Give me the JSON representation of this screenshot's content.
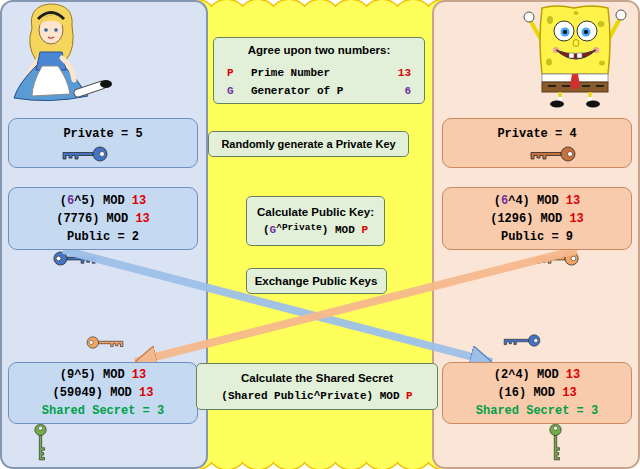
{
  "diagram": {
    "nodes": [
      {
        "text": [
          "Agree upon two numbers:",
          "P",
          "Prime Number",
          "13",
          "G",
          "Generator of P",
          "6"
        ]
      },
      {
        "text": [
          "Private = 5"
        ]
      },
      {
        "text": [
          "Randomly generate a Private Key"
        ]
      },
      {
        "text": [
          "Private = 4"
        ]
      },
      {
        "text": [
          "(",
          "6",
          "^5",
          ") MOD",
          "13",
          "(7776) MOD",
          "13",
          "Public = 2"
        ]
      },
      {
        "text": [
          "Calculate Public Key:",
          "(",
          "G",
          "^Private",
          ") MOD",
          "P"
        ]
      },
      {
        "text": [
          "(",
          "6",
          "^4",
          ") MOD",
          "13",
          "(1296) MOD",
          "13",
          "Public = 9"
        ]
      },
      {
        "text": [
          "Exchange Public Keys"
        ]
      },
      {
        "text": [
          "(9^5) MOD",
          "13",
          "(59049) MOD",
          "13",
          "Shared Secret = 3"
        ]
      },
      {
        "text": [
          "Calculate the Shared Secret",
          "(Shared Public^Private) MOD",
          "P"
        ]
      },
      {
        "text": [
          "(2^4) MOD",
          "13",
          "(16) MOD",
          "13",
          "Shared Secret = 3"
        ]
      }
    ],
    "edges": [
      {
        "from": 4,
        "to": 10,
        "arrow": "to"
      },
      {
        "from": 6,
        "to": 8,
        "arrow": "to"
      }
    ]
  }
}
